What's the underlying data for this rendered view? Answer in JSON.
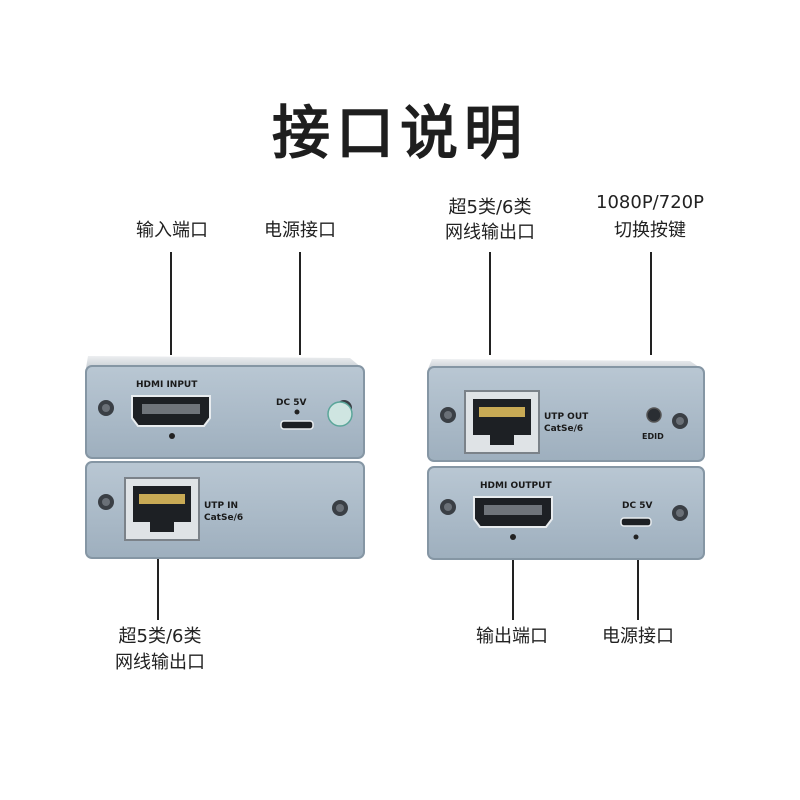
{
  "title": "接口说明",
  "labels": {
    "input_port": "输入端口",
    "power_port_left": "电源接口",
    "net_out_top_line1": "超5类/6类",
    "net_out_top_line2": "网线输出口",
    "switch_line1": "1080P/720P",
    "switch_line2": "切换按键",
    "net_out_bottom_line1": "超5类/6类",
    "net_out_bottom_line2": "网线输出口",
    "output_port": "输出端口",
    "power_port_right": "电源接口"
  },
  "panels": {
    "tx_top": {
      "hdmi": "HDMI INPUT",
      "dc": "DC 5V"
    },
    "tx_bottom": {
      "utp_1": "UTP IN",
      "utp_2": "CatSe/6"
    },
    "rx_top": {
      "utp_1": "UTP OUT",
      "utp_2": "CatSe/6",
      "edid": "EDID"
    },
    "rx_bottom": {
      "hdmi": "HDMI OUTPUT",
      "dc": "DC 5V"
    }
  },
  "colors": {
    "panel": "#a9b9c7",
    "panel_edge": "#8898a6",
    "top_face": "#d9dde1"
  }
}
